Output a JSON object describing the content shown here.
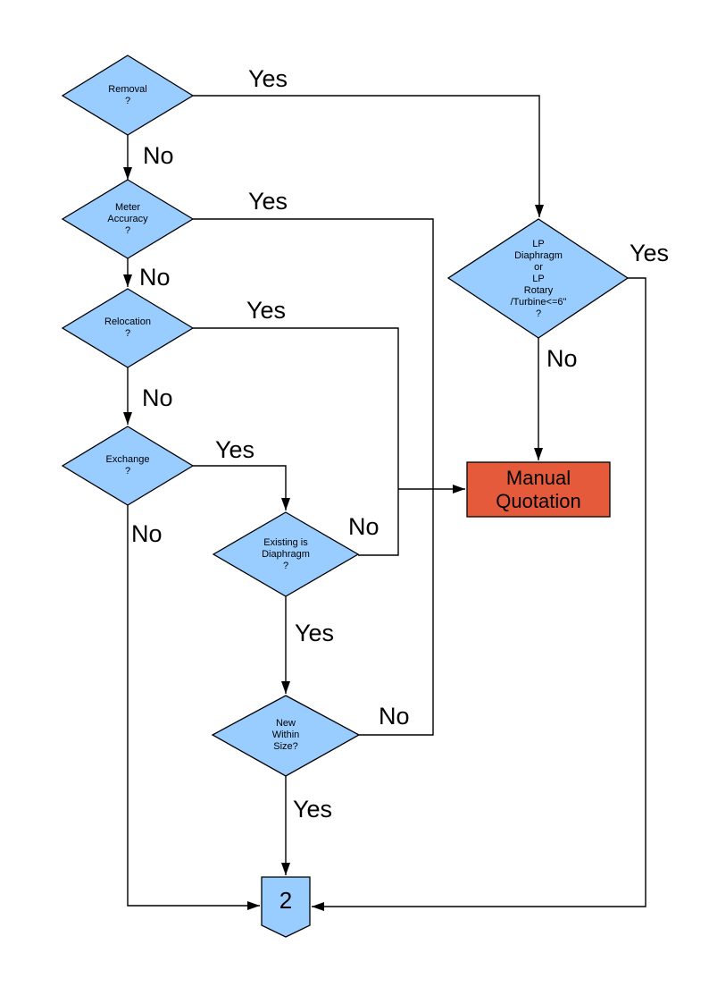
{
  "diagram": {
    "type": "flowchart",
    "colors": {
      "decision_fill": "#99CCFF",
      "terminal_fill": "#E65A3C",
      "connector_fill": "#99CCFF",
      "line": "#000000",
      "text": "#000000"
    },
    "nodes": {
      "removal": {
        "shape": "decision",
        "lines": [
          "Removal",
          "?"
        ]
      },
      "meter_accuracy": {
        "shape": "decision",
        "lines": [
          "Meter",
          "Accuracy",
          "?"
        ]
      },
      "relocation": {
        "shape": "decision",
        "lines": [
          "Relocation",
          "?"
        ]
      },
      "exchange": {
        "shape": "decision",
        "lines": [
          "Exchange",
          "?"
        ]
      },
      "existing_is_diaphragm": {
        "shape": "decision",
        "lines": [
          "Existing is",
          "Diaphragm",
          "?"
        ]
      },
      "new_within_size": {
        "shape": "decision",
        "lines": [
          "New",
          "Within",
          "Size?"
        ]
      },
      "lp_meter": {
        "shape": "decision",
        "lines": [
          "LP",
          "Diaphragm",
          "or",
          "LP",
          "Rotary",
          "/Turbine<=6\"",
          "?"
        ]
      },
      "manual_quotation": {
        "shape": "process",
        "lines": [
          "Manual",
          "Quotation"
        ]
      },
      "connector_2": {
        "shape": "offpage-connector",
        "label": "2"
      }
    },
    "edges": {
      "removal_yes": {
        "from": "removal",
        "to": "lp_meter",
        "label": "Yes"
      },
      "removal_no": {
        "from": "removal",
        "to": "meter_accuracy",
        "label": "No"
      },
      "meter_accuracy_yes": {
        "from": "meter_accuracy",
        "to": "manual_quotation",
        "label": "Yes"
      },
      "meter_accuracy_no": {
        "from": "meter_accuracy",
        "to": "relocation",
        "label": "No"
      },
      "relocation_yes": {
        "from": "relocation",
        "to": "manual_quotation",
        "label": "Yes"
      },
      "relocation_no": {
        "from": "relocation",
        "to": "exchange",
        "label": "No"
      },
      "exchange_yes": {
        "from": "exchange",
        "to": "existing_is_diaphragm",
        "label": "Yes"
      },
      "exchange_no": {
        "from": "exchange",
        "to": "connector_2",
        "label": "No"
      },
      "existing_is_diaphragm_yes": {
        "from": "existing_is_diaphragm",
        "to": "new_within_size",
        "label": "Yes"
      },
      "existing_is_diaphragm_no": {
        "from": "existing_is_diaphragm",
        "to": "manual_quotation",
        "label": "No"
      },
      "new_within_size_yes": {
        "from": "new_within_size",
        "to": "connector_2",
        "label": "Yes"
      },
      "new_within_size_no": {
        "from": "new_within_size",
        "to": "manual_quotation",
        "label": "No"
      },
      "lp_meter_yes": {
        "from": "lp_meter",
        "to": "connector_2",
        "label": "Yes"
      },
      "lp_meter_no": {
        "from": "lp_meter",
        "to": "manual_quotation",
        "label": "No"
      }
    }
  }
}
